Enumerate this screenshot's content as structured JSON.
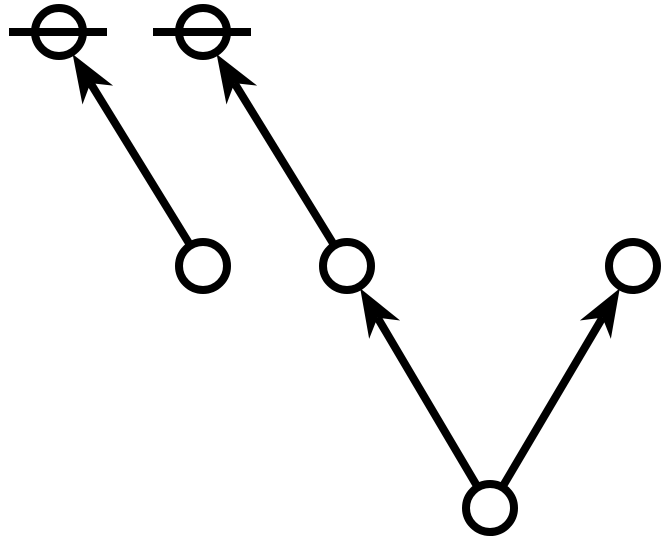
{
  "diagram": {
    "nodes": [
      {
        "id": "n1",
        "kind": "terminal-crossed"
      },
      {
        "id": "n2",
        "kind": "terminal-crossed"
      },
      {
        "id": "n3",
        "kind": "circle"
      },
      {
        "id": "n4",
        "kind": "circle"
      },
      {
        "id": "n5",
        "kind": "circle"
      },
      {
        "id": "n6",
        "kind": "circle"
      }
    ],
    "edges": [
      {
        "from": "n3",
        "to": "n1",
        "directed": true
      },
      {
        "from": "n4",
        "to": "n2",
        "directed": true
      },
      {
        "from": "n6",
        "to": "n4",
        "directed": true
      },
      {
        "from": "n6",
        "to": "n5",
        "directed": true
      }
    ],
    "colors": {
      "stroke": "#000000",
      "fill": "#ffffff"
    }
  }
}
